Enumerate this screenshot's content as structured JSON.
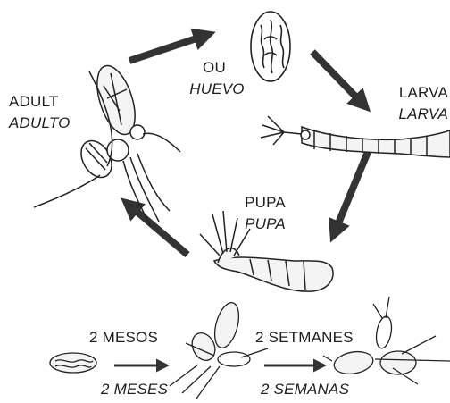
{
  "cycle": {
    "egg": {
      "label_ca": "OU",
      "label_es": "HUEVO"
    },
    "larva": {
      "label_ca": "LARVA",
      "label_es": "LARVA"
    },
    "pupa": {
      "label_ca": "PUPA",
      "label_es": "PUPA"
    },
    "adult": {
      "label_ca": "ADULT",
      "label_es": "ADULTO"
    }
  },
  "timeline": {
    "duration1_ca": "2 MESOS",
    "duration1_es": "2 MESES",
    "duration2_ca": "2 SETMANES",
    "duration2_es": "2 SEMANAS"
  },
  "colors": {
    "ink": "#1e1e1e",
    "arrow": "#333333",
    "background": "#ffffff"
  }
}
